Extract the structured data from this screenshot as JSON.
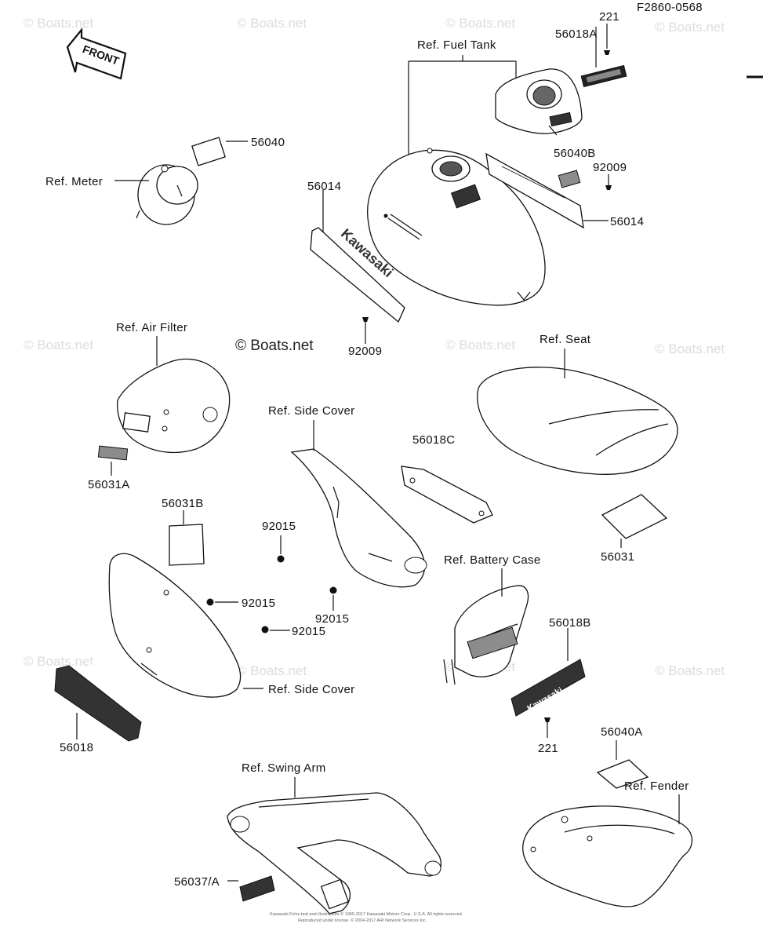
{
  "figure_code": "F2860-0568",
  "watermark": "© Boats.net",
  "front_label": "FRONT",
  "copyright_line1": "Kawasaki Fiche text and illustrations © 1965-2017 Kawasaki Motors Corp., U.S.A. All rights reserved.",
  "copyright_line2": "Reproduced under license. © 2004-2017 ARI Network Services Inc.",
  "labels": {
    "ref_fuel_tank": "Ref. Fuel Tank",
    "ref_meter": "Ref. Meter",
    "ref_air_filter": "Ref. Air Filter",
    "ref_seat": "Ref. Seat",
    "ref_side_cover": "Ref. Side Cover",
    "ref_battery_case": "Ref. Battery Case",
    "ref_side_cover_2": "Ref. Side Cover",
    "ref_swing_arm": "Ref. Swing Arm",
    "ref_fender": "Ref. Fender"
  },
  "parts": {
    "p221_top": "221",
    "p56018A": "56018A",
    "p56040": "56040",
    "p56040B": "56040B",
    "p92009_right": "92009",
    "p56014_left": "56014",
    "p56014_right": "56014",
    "p92009_mid": "92009",
    "p56031A": "56031A",
    "p56018C": "56018C",
    "p56031B": "56031B",
    "p92015_a": "92015",
    "p92015_b": "92015",
    "p92015_c": "92015",
    "p92015_d": "92015",
    "p56031": "56031",
    "p56018B": "56018B",
    "p56018": "56018",
    "p221_bottom": "221",
    "p56040A": "56040A",
    "p56037A": "56037/A"
  },
  "colors": {
    "ink": "#111111",
    "watermark": "#dcdcdc",
    "background": "#ffffff"
  }
}
